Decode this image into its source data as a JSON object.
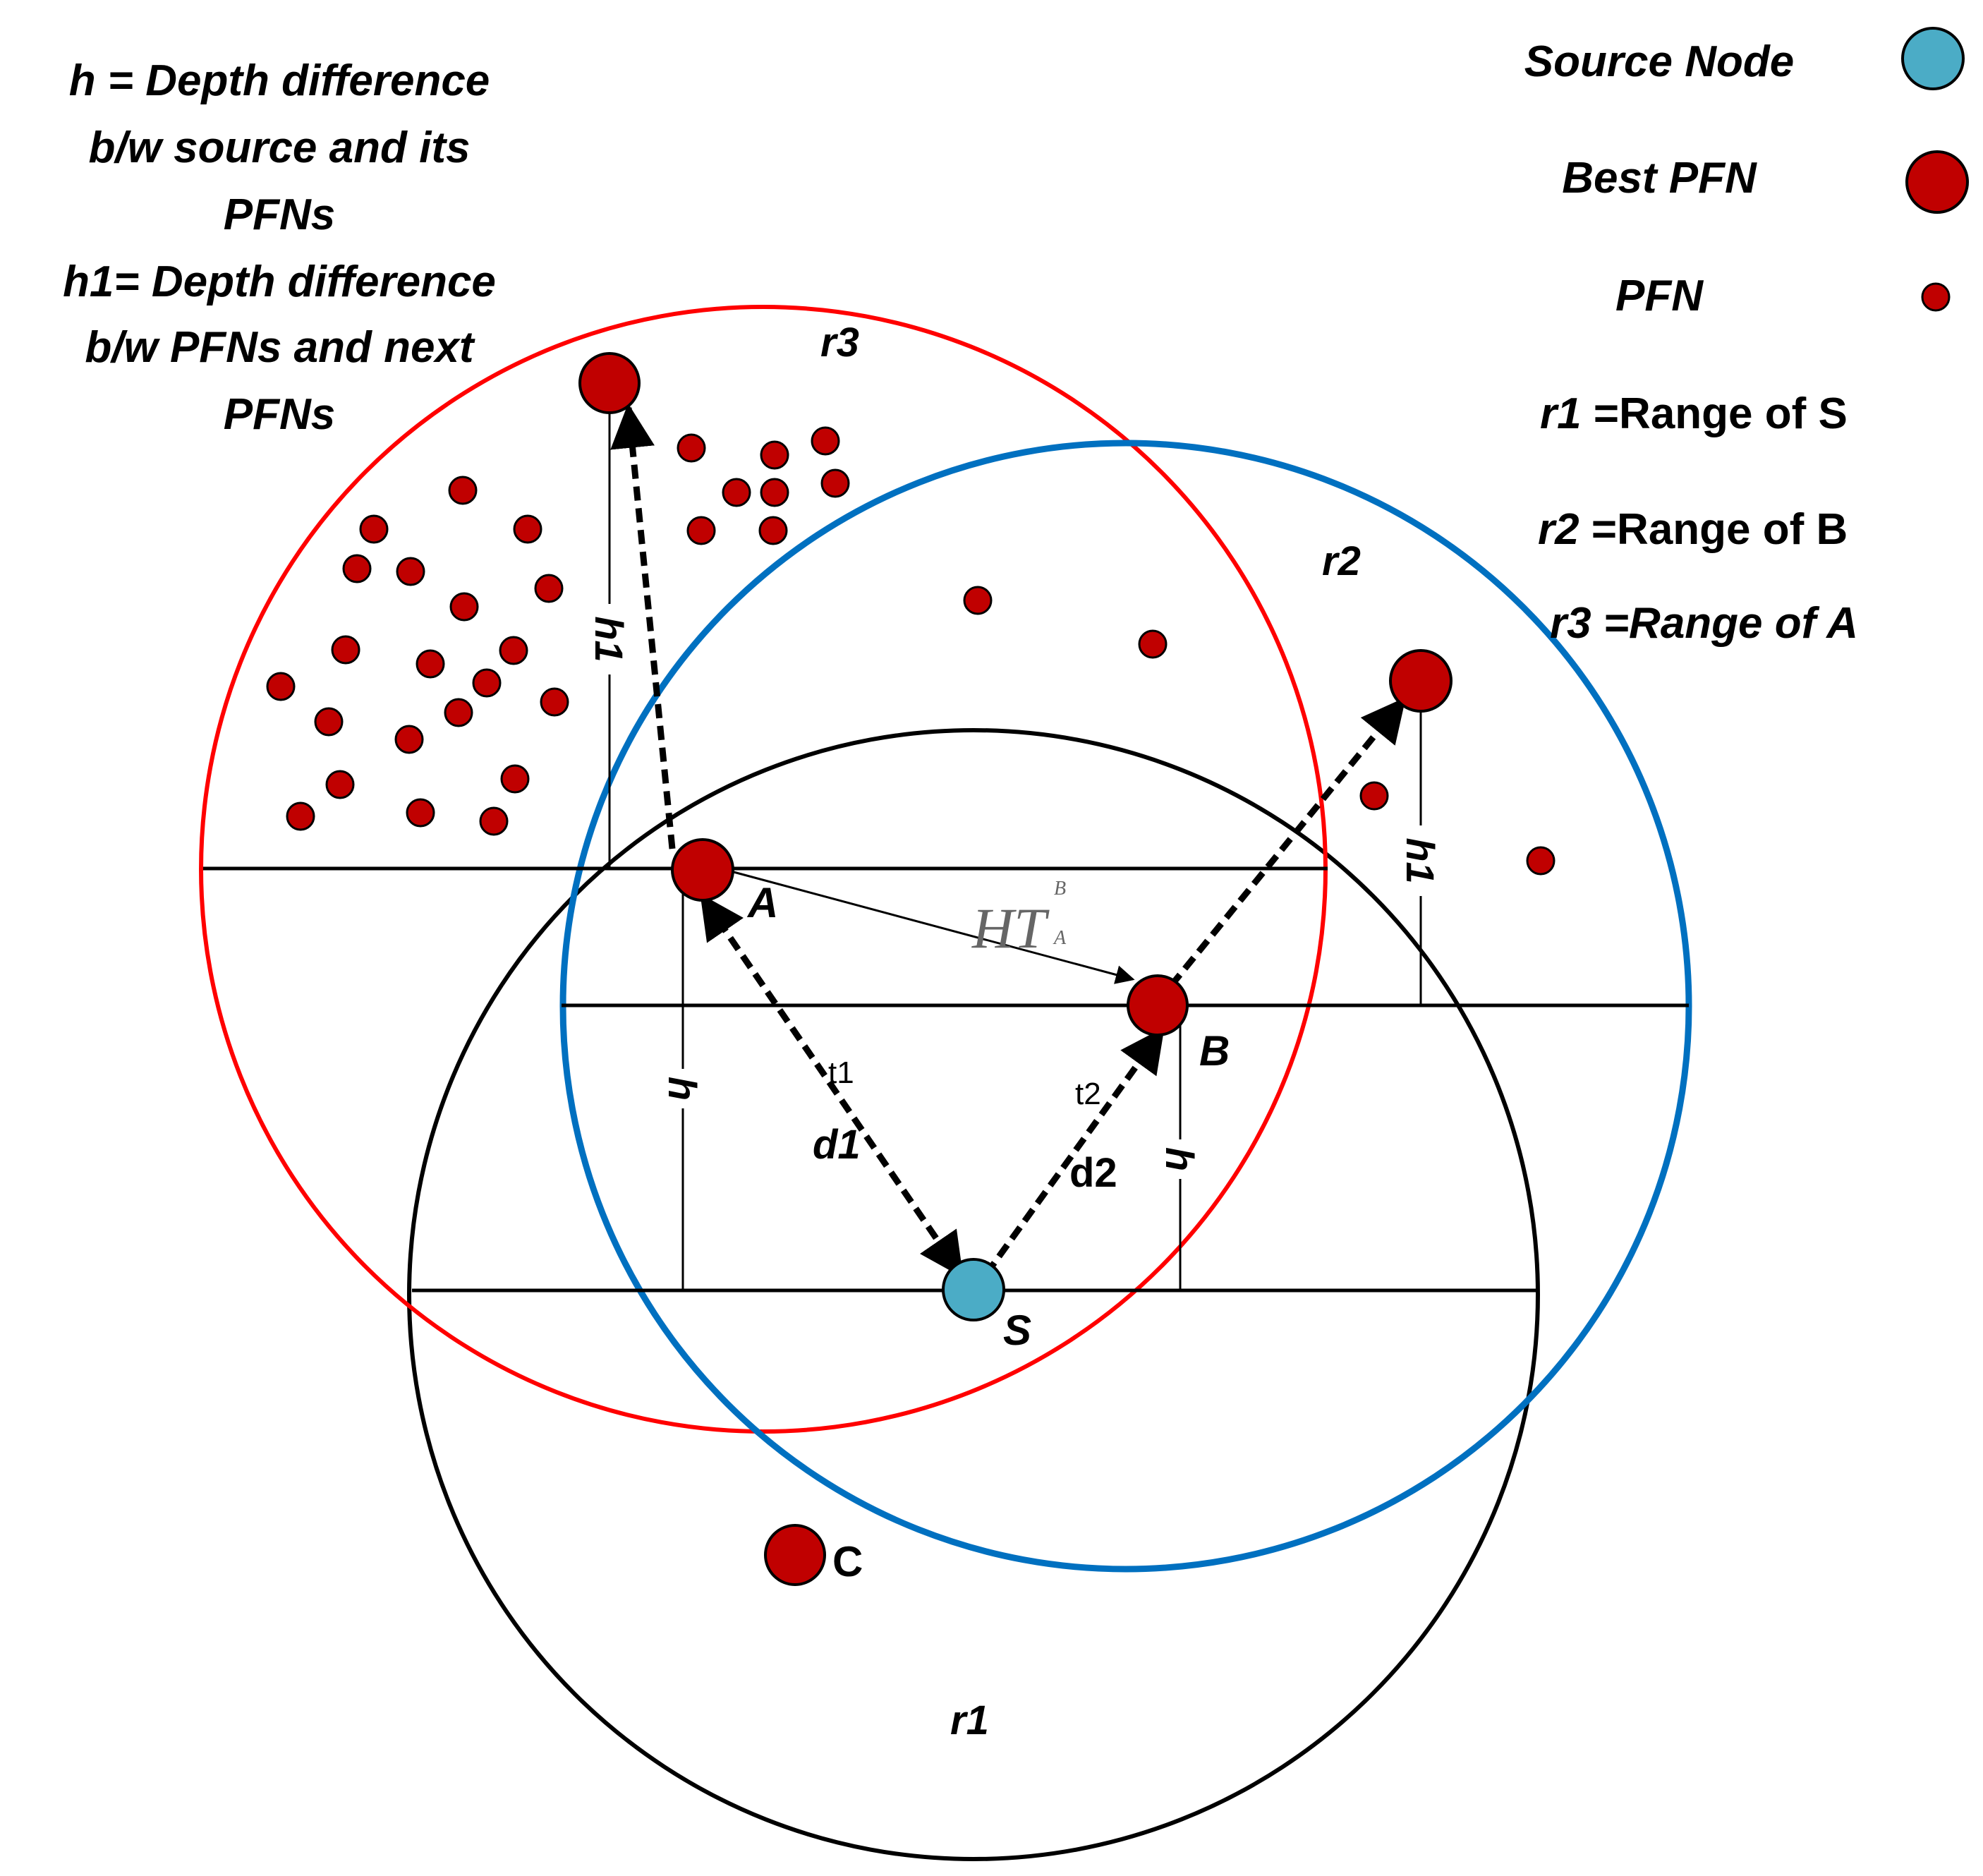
{
  "colors": {
    "source_fill": "#4bacc6",
    "pfn_fill": "#c00000",
    "range_s": "#000000",
    "range_a": "#ff0000",
    "range_b": "#0070c0",
    "line": "#000000",
    "ht_text": "#666666"
  },
  "definitions": {
    "h_line1": "h = Depth difference",
    "h_line2": "b/w source and its",
    "h_line3": "PFNs",
    "h1_line1": "h1= Depth difference",
    "h1_line2": "b/w PFNs and next",
    "h1_line3": "PFNs"
  },
  "legend": {
    "source_node": "Source Node",
    "best_pfn": "Best PFN",
    "pfn": "PFN",
    "r1_name": "r1",
    "r1_desc": " =Range of S",
    "r2_name": "r2",
    "r2_desc": " =Range of B",
    "r3_text": "r3 =Range of A"
  },
  "ranges": {
    "r1": "r1",
    "r2": "r2",
    "r3": "r3"
  },
  "nodes": {
    "S": "S",
    "A": "A",
    "B": "B",
    "C": "C"
  },
  "edges": {
    "d1": "d1",
    "d2": "d2",
    "t1": "t1",
    "t2": "t2",
    "h": "h",
    "h1": "h1",
    "ht_main": "HT",
    "ht_sup": "B",
    "ht_sub": "A"
  }
}
